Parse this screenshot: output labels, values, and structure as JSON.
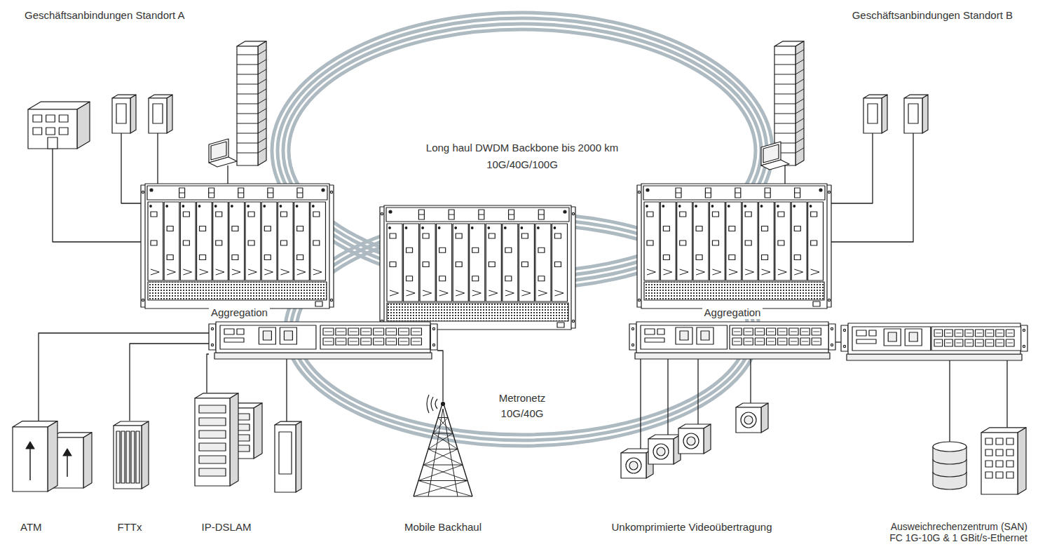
{
  "diagram": {
    "nodes": [
      {
        "text": [
          "Aggregation"
        ]
      },
      {
        "text": [
          "Aggregation"
        ]
      },
      {
        "text": [
          "ATM"
        ]
      },
      {
        "text": [
          "FTTx"
        ]
      },
      {
        "text": [
          "IP-DSLAM"
        ]
      },
      {
        "text": [
          "Mobile Backhaul"
        ]
      },
      {
        "text": [
          "Unkomprimierte Videoübertragung"
        ]
      },
      {
        "text": [
          "Ausweichrechenzentrum (SAN) FC 1G-10G & 1 GBit/s-Ethernet"
        ]
      }
    ],
    "edges": [
      {
        "from": 2,
        "to": 0,
        "arrow": "none"
      },
      {
        "from": 3,
        "to": 0,
        "arrow": "none"
      },
      {
        "from": 4,
        "to": 0,
        "arrow": "none"
      },
      {
        "from": 5,
        "to": 0,
        "arrow": "none"
      },
      {
        "from": 1,
        "to": 6,
        "arrow": "none"
      }
    ],
    "labels": [
      "Geschäftsanbindungen Standort A",
      "Geschäftsanbindungen Standort B",
      "Long haul DWDM Backbone bis 2000 km 10G/40G/100G",
      "Metronetz 10G/40G"
    ]
  }
}
